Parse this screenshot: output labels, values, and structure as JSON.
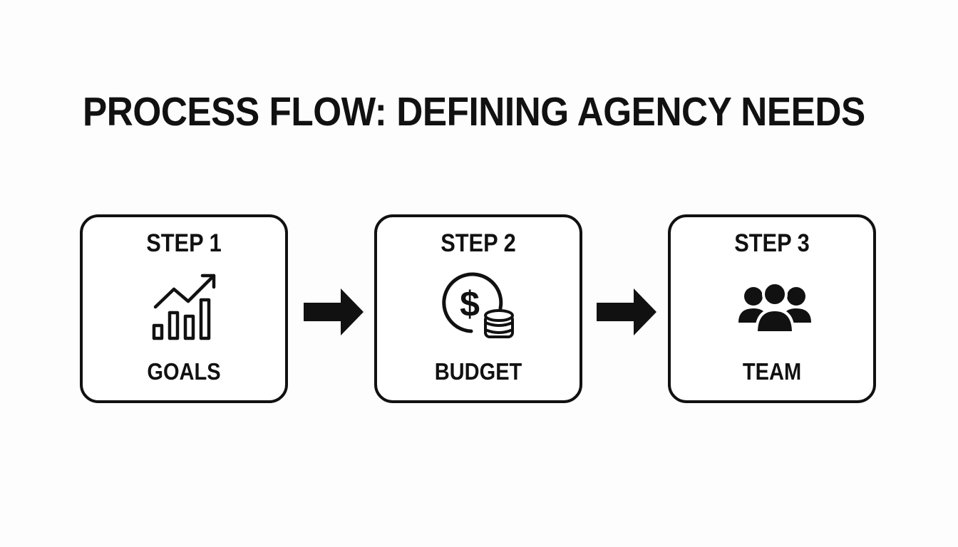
{
  "title": "PROCESS FLOW: DEFINING AGENCY NEEDS",
  "steps": [
    {
      "label": "STEP 1",
      "name": "GOALS",
      "icon": "growth-chart-icon"
    },
    {
      "label": "STEP 2",
      "name": "BUDGET",
      "icon": "dollar-coins-icon"
    },
    {
      "label": "STEP 3",
      "name": "TEAM",
      "icon": "team-people-icon"
    }
  ],
  "colors": {
    "ink": "#111111",
    "background": "#fdfdfd"
  }
}
